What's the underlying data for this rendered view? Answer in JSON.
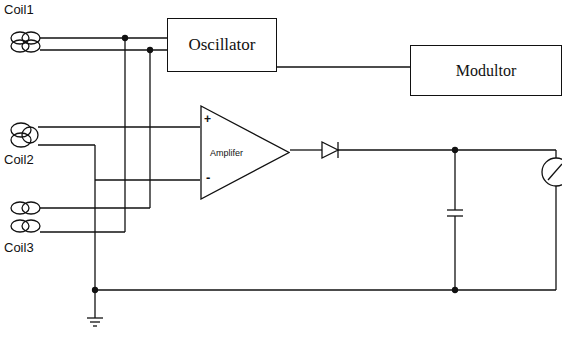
{
  "diagram": {
    "nodes": [
      {
        "text": [
          "Oscillator"
        ]
      },
      {
        "text": [
          "Modultor"
        ]
      },
      {
        "text": [
          "Amplifer"
        ]
      }
    ],
    "edges": [
      {
        "from": 0,
        "to": 1,
        "arrow": "none"
      }
    ],
    "labels": [
      "Coil1",
      "Coil2",
      "Coil3",
      "+",
      "-"
    ]
  }
}
